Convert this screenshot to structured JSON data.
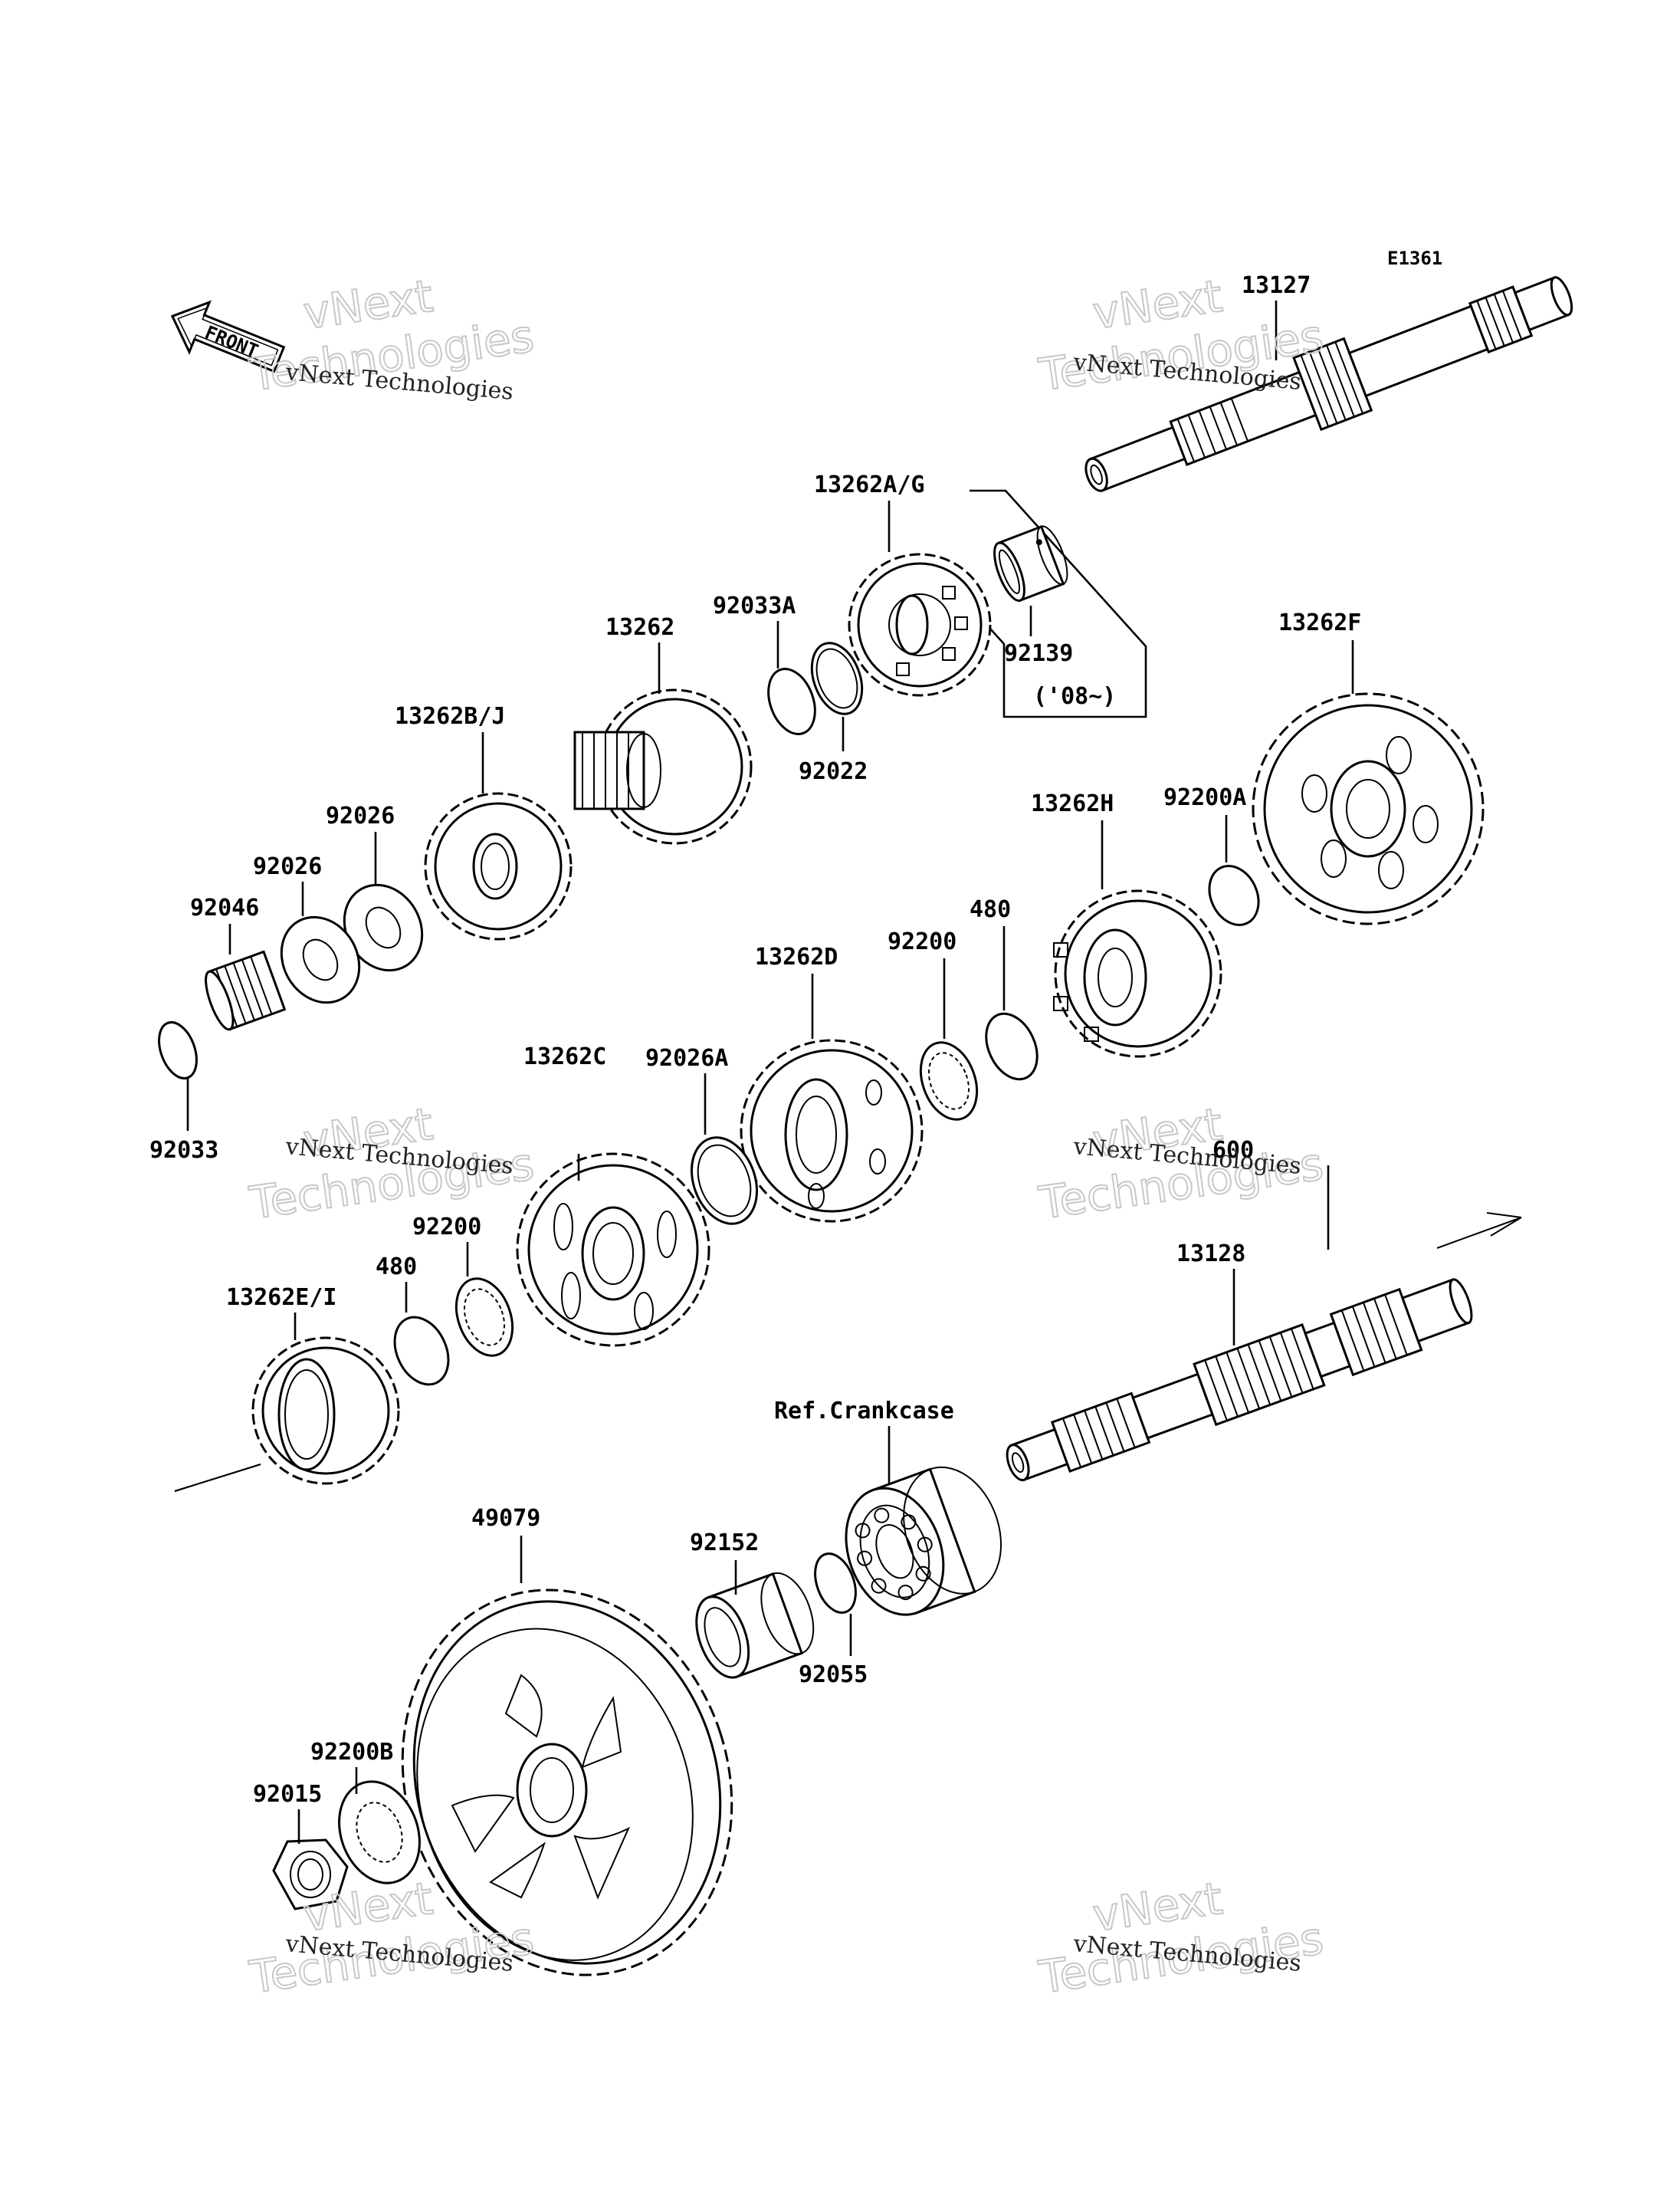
{
  "diagram_id": "E1361",
  "front_label": "FRONT",
  "watermark": {
    "small": "vNext Technologies",
    "big_line1": "vNext",
    "big_line2": "Technologies"
  },
  "note_08": "('08~)",
  "parts": {
    "p13127": "13127",
    "p13262AG": "13262A/G",
    "p92139": "92139",
    "p92033A": "92033A",
    "p92022": "92022",
    "p13262": "13262",
    "p13262BJ": "13262B/J",
    "p92026a": "92026",
    "p92026b": "92026",
    "p92046": "92046",
    "p92033": "92033",
    "p13262F": "13262F",
    "p92200A": "92200A",
    "p13262H": "13262H",
    "p480a": "480",
    "p92200a": "92200",
    "p13262D": "13262D",
    "p92026A": "92026A",
    "p13262C": "13262C",
    "p92200b": "92200",
    "p480b": "480",
    "p13262EI": "13262E/I",
    "p600": "600",
    "p13128": "13128",
    "refCrankcase": "Ref.Crankcase",
    "p49079": "49079",
    "p92152": "92152",
    "p92055": "92055",
    "p92200B": "92200B",
    "p92015": "92015"
  }
}
